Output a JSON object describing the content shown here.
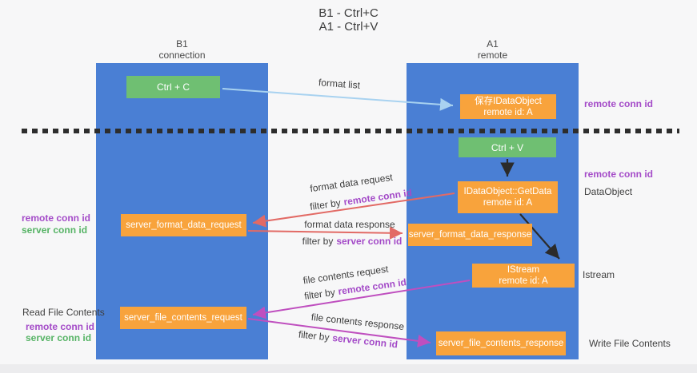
{
  "title": {
    "line1": "B1 - Ctrl+C",
    "line2": "A1 - Ctrl+V"
  },
  "lifelines": {
    "left": {
      "name": "B1",
      "role": "connection"
    },
    "right": {
      "name": "A1",
      "role": "remote"
    }
  },
  "boxes": {
    "ctrl_c": {
      "label": "Ctrl + C"
    },
    "save_idataobject": {
      "line1": "保存IDataObject",
      "line2": "remote id: A"
    },
    "ctrl_v": {
      "label": "Ctrl + V"
    },
    "idataobject_getdata": {
      "line1": "IDataObject::GetData",
      "line2": "remote id: A"
    },
    "server_format_data_request": {
      "label": "server_format_data_request"
    },
    "server_format_data_response": {
      "label": "server_format_data_response"
    },
    "istream": {
      "line1": "IStream",
      "line2": "remote id: A"
    },
    "server_file_contents_request": {
      "label": "server_file_contents_request"
    },
    "server_file_contents_response": {
      "label": "server_file_contents_response"
    }
  },
  "flow_labels": {
    "format_list": "format list",
    "format_data_request": "format data request",
    "format_data_response": "format data response",
    "file_contents_request": "file contents request",
    "file_contents_response": "file contents response"
  },
  "strings": {
    "filter_by": "filter by",
    "remote_conn_id": "remote conn id",
    "server_conn_id": "server conn id"
  },
  "side_labels": {
    "dataobject": "DataObject",
    "istream": "Istream",
    "read_file_contents": "Read File Contents",
    "write_file_contents": "Write File Contents"
  },
  "colors": {
    "column_blue": "#4a7fd4",
    "box_orange": "#f8a33c",
    "box_green": "#6fbf72",
    "arrow_light_blue": "#a8d2f0",
    "arrow_red": "#e26a65",
    "arrow_magenta": "#bf4fbf",
    "arrow_black": "#2b2b2b",
    "label_purple": "#a44bc8",
    "label_green": "#56b365"
  }
}
